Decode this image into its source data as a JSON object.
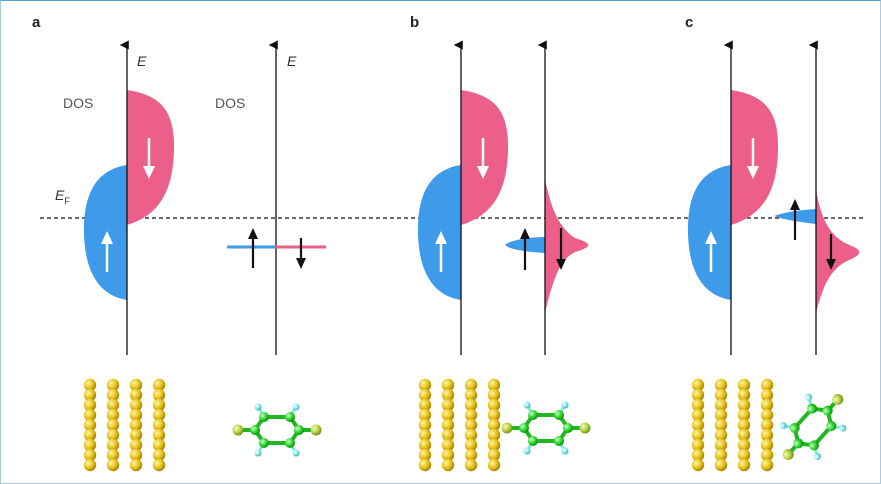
{
  "panels": [
    {
      "label": "a"
    },
    {
      "label": "b"
    },
    {
      "label": "c"
    }
  ],
  "axis": {
    "energy_label": "E",
    "dos_label": "DOS",
    "fermi_label": "E",
    "fermi_subscript": "F"
  },
  "colors": {
    "spin_up": "#3d9be9",
    "spin_down": "#ec5f8a",
    "axis": "#111111",
    "fermi_line": "#111111",
    "gold_atom": "#e8c21a",
    "carbon_atom": "#2ed62e",
    "hydrogen_atom": "#7fe6e6",
    "sulfur_atom": "#b5d14a"
  },
  "icons": {
    "spin_up": "up-arrow-icon",
    "spin_down": "down-arrow-icon",
    "gold_slab": "gold-atom-lattice",
    "molecule": "benzene-dithiol-molecule"
  }
}
